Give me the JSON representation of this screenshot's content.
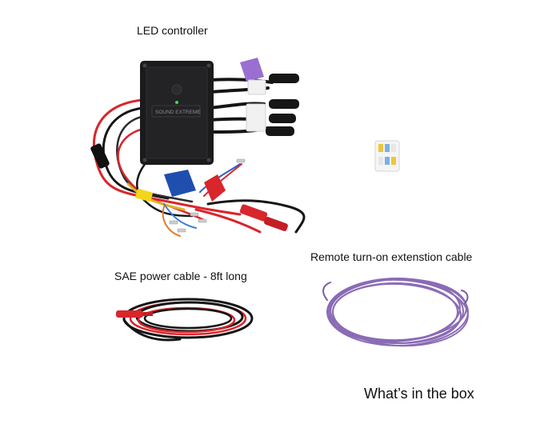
{
  "labels": {
    "led_controller": "LED controller",
    "sae_cable": "SAE power cable - 8ft long",
    "remote_cable": "Remote turn-on extenstion cable",
    "box_title": "What’s in the box"
  },
  "controller_logo_text": "SOUND EXTREME",
  "colors": {
    "background": "#ffffff",
    "controller_body": "#1b1b1d",
    "wire_red": "#d8262c",
    "wire_black": "#151515",
    "wire_yellow": "#f3d51b",
    "wire_purple": "#8a6bb5",
    "strap_blue": "#1f4fae",
    "tag_purple": "#9a6fd1",
    "status_led": "#3ddc4a"
  },
  "icons": [
    "led-controller-image",
    "sae-power-cable-image",
    "remote-extension-cable-image",
    "wire-connector-image"
  ]
}
